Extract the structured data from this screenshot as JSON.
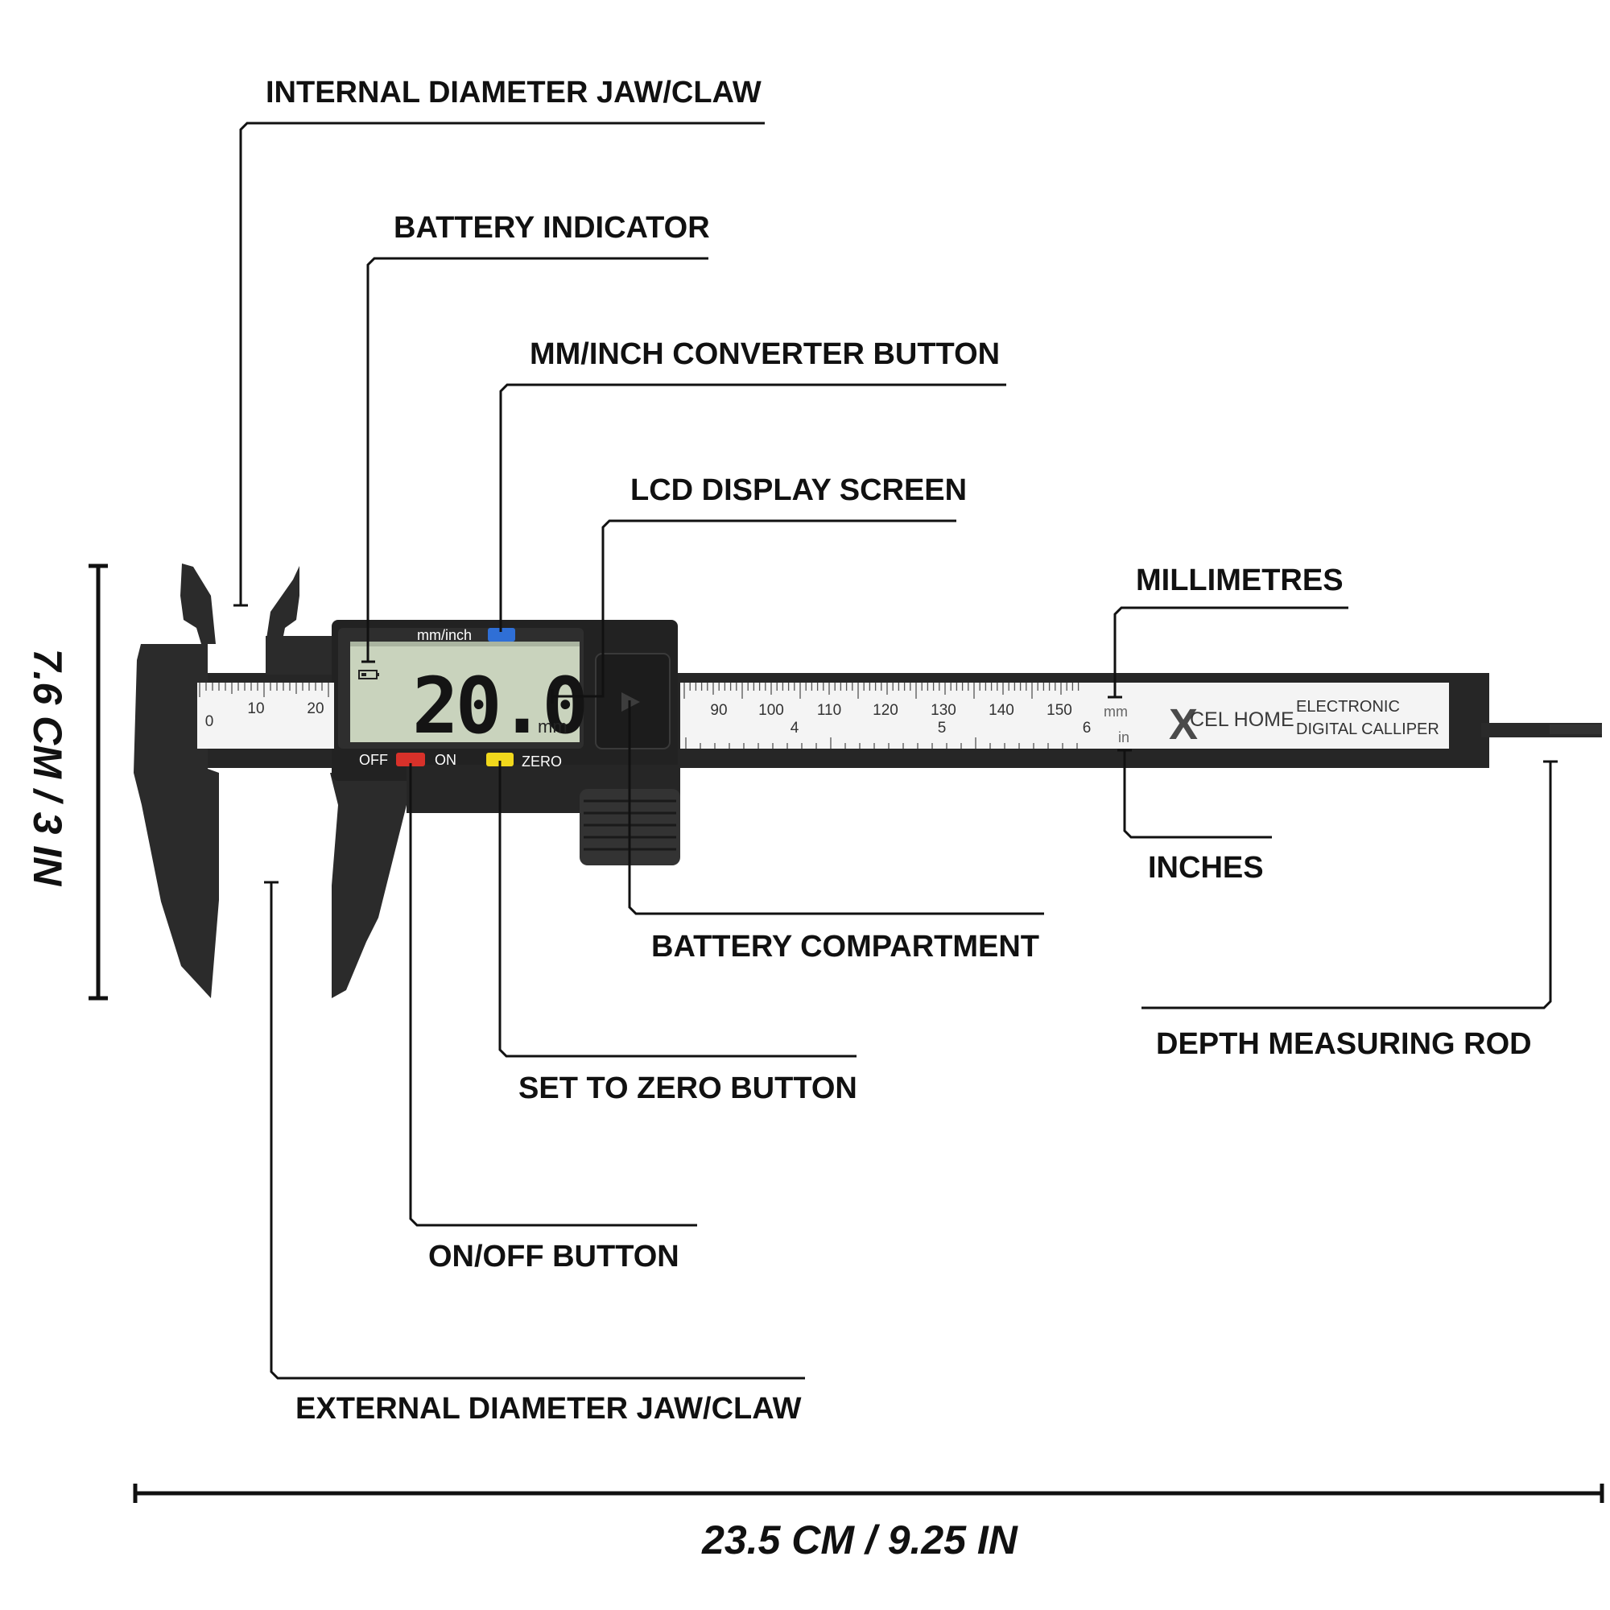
{
  "callouts": {
    "internal_jaw": "INTERNAL DIAMETER JAW/CLAW",
    "battery_indicator": "BATTERY INDICATOR",
    "mm_inch_button": "MM/INCH CONVERTER BUTTON",
    "lcd_screen": "LCD DISPLAY SCREEN",
    "millimetres": "MILLIMETRES",
    "inches": "INCHES",
    "battery_compartment": "BATTERY COMPARTMENT",
    "depth_rod": "DEPTH MEASURING ROD",
    "zero_button": "SET TO ZERO BUTTON",
    "onoff_button": "ON/OFF BUTTON",
    "external_jaw": "EXTERNAL DIAMETER JAW/CLAW"
  },
  "dimensions": {
    "height": "7.6 CM / 3 IN",
    "width": "23.5 CM / 9.25 IN"
  },
  "device": {
    "lcd_value": "20.0",
    "lcd_unit": "mm",
    "mm_inch_label": "mm/inch",
    "off_label": "OFF",
    "on_label": "ON",
    "zero_label": "ZERO",
    "scale_unit_mm": "mm",
    "scale_unit_in": "in",
    "brand": "CEL HOME",
    "brand_initial": "X",
    "product_line1": "ELECTRONIC",
    "product_line2": "DIGITAL CALLIPER",
    "left_scale_numbers": [
      "0",
      "10",
      "20"
    ],
    "mm_scale_numbers": [
      "90",
      "100",
      "110",
      "120",
      "130",
      "140",
      "150"
    ],
    "inch_scale_numbers": [
      "4",
      "5",
      "6"
    ],
    "colors": {
      "body": "#2a2a2a",
      "scale": "#f4f4f4",
      "lcd": "#c9d3bd",
      "mm_inch_button": "#2f6fd6",
      "on_button": "#d8312a",
      "zero_button": "#f1d81c"
    }
  }
}
